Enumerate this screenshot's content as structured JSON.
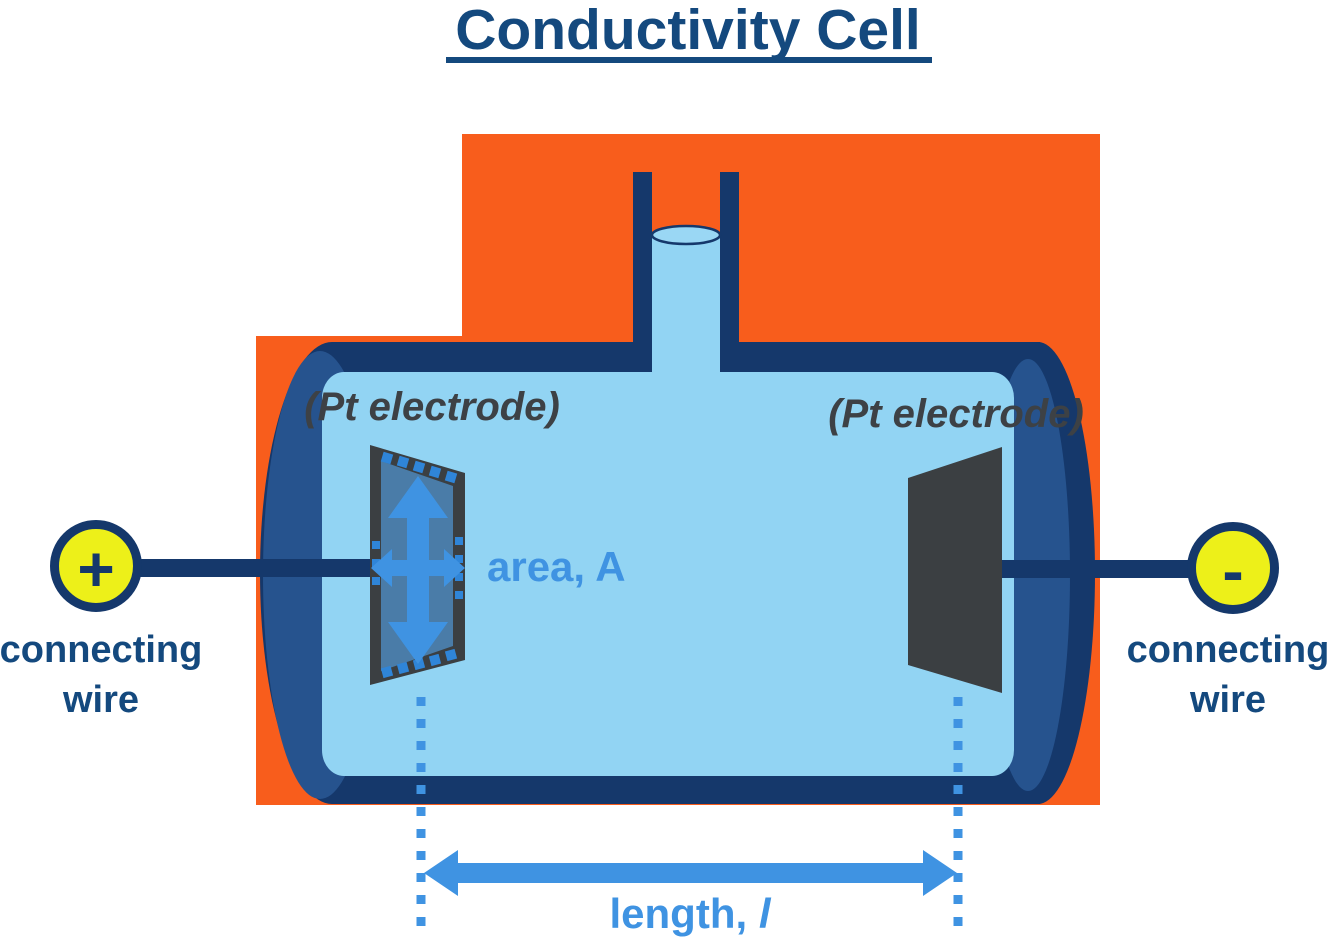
{
  "title": "Conductivity Cell",
  "labels": {
    "left_electrode": "(Pt electrode)",
    "right_electrode": "(Pt electrode)",
    "area": "area, A",
    "length_prefix": "length, ",
    "length_symbol": "l"
  },
  "terminals": {
    "left": {
      "sign": "+",
      "line1": "connecting",
      "line2": "wire"
    },
    "right": {
      "sign": "-",
      "line1": "connecting",
      "line2": "wire"
    }
  },
  "colors": {
    "navy": "#15386B",
    "navy_text": "#14497E",
    "cap_blue": "#26538E",
    "liquid_blue": "#92D4F3",
    "orange": "#F85D1C",
    "yellow": "#EDF019",
    "accent_blue": "#3F93E2",
    "electrode_dark": "#3B3F42",
    "electrode_face_blue": "#4A7CA8",
    "label_gray": "#3D4145"
  }
}
